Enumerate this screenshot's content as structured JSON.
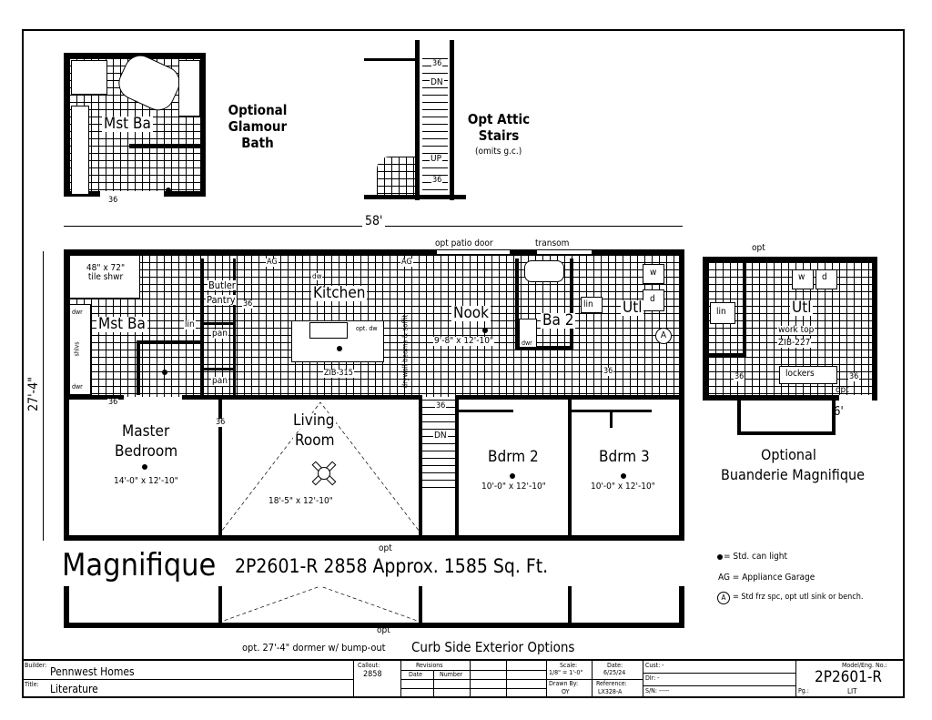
{
  "title": {
    "name": "Magnifique",
    "detail": "2P2601-R 2858 Approx. 1585 Sq. Ft."
  },
  "dimensions": {
    "width": "58'",
    "depth": "27'-4\"",
    "buanderie_width": "6'"
  },
  "options": {
    "glamour_bath": "Optional Glamour Bath",
    "attic_stairs": "Opt Attic Stairs",
    "attic_note": "(omits g.c.)",
    "buanderie_line1": "Optional",
    "buanderie_line2": "Buanderie Magnifique",
    "curb_side": "Curb Side Exterior Options",
    "dormer": "opt. 27'-4\" dormer w/ bump-out",
    "opt_patio_door": "opt patio door",
    "transom": "transom",
    "opt": "opt"
  },
  "rooms": {
    "mst_ba": "Mst Ba",
    "kitchen": "Kitchen",
    "nook": "Nook",
    "nook_size": "9'-8\" x 12'-10\"",
    "ba2": "Ba 2",
    "utl": "Utl",
    "master_line1": "Master",
    "master_line2": "Bedroom",
    "master_size": "14'-0\" x 12'-10\"",
    "living_line1": "Living",
    "living_line2": "Room",
    "living_size": "18'-5\" x 12'-10\"",
    "bdrm2": "Bdrm 2",
    "bdrm2_size": "10'-0\" x 12'-10\"",
    "bdrm3": "Bdrm 3",
    "bdrm3_size": "10'-0\" x 12'-10\""
  },
  "fixtures": {
    "shower": "48\" x 72\" tile shwr",
    "butler_pantry_1": "Butler",
    "butler_pantry_2": "Pantry",
    "lin": "lin",
    "pan": "pan",
    "ag": "AG",
    "dw": "dw",
    "opt_dw": "opt. dw",
    "island": "ZIB-315",
    "drywall_beams": "drywall beams & soffit",
    "dwr": "dwr",
    "shlvs": "shlvs",
    "w": "w",
    "d": "d",
    "work_top_1": "work top",
    "work_top_2": "ZIB-227",
    "lockers": "lockers",
    "door36": "36",
    "dn": "DN",
    "up": "UP"
  },
  "legend": {
    "can_light": "= Std. can light",
    "ag": "AG = Appliance Garage",
    "a_symbol": "A",
    "a_note": "= Std frz spc, opt utl sink or bench."
  },
  "title_block": {
    "builder_label": "Builder:",
    "builder": "Pennwest Homes",
    "title_label": "Title:",
    "title": "Literature",
    "callout_label": "Callout:",
    "callout": "2858",
    "revisions_label": "Revisions",
    "date_col": "Date",
    "number_col": "Number",
    "scale_label": "Scale:",
    "scale": "1/8\" = 1'-0\"",
    "date_label": "Date:",
    "date": "6/25/24",
    "drawn_label": "Drawn By:",
    "drawn": "OY",
    "ref_label": "Reference:",
    "ref": "LX328-A",
    "cust": "Cust: -",
    "dlr": "Dlr: -",
    "sn": "S/N: -----",
    "model_label": "Model/Eng. No.:",
    "model": "2P2601-R",
    "pg_label": "Pg.:",
    "pg": "LIT"
  }
}
